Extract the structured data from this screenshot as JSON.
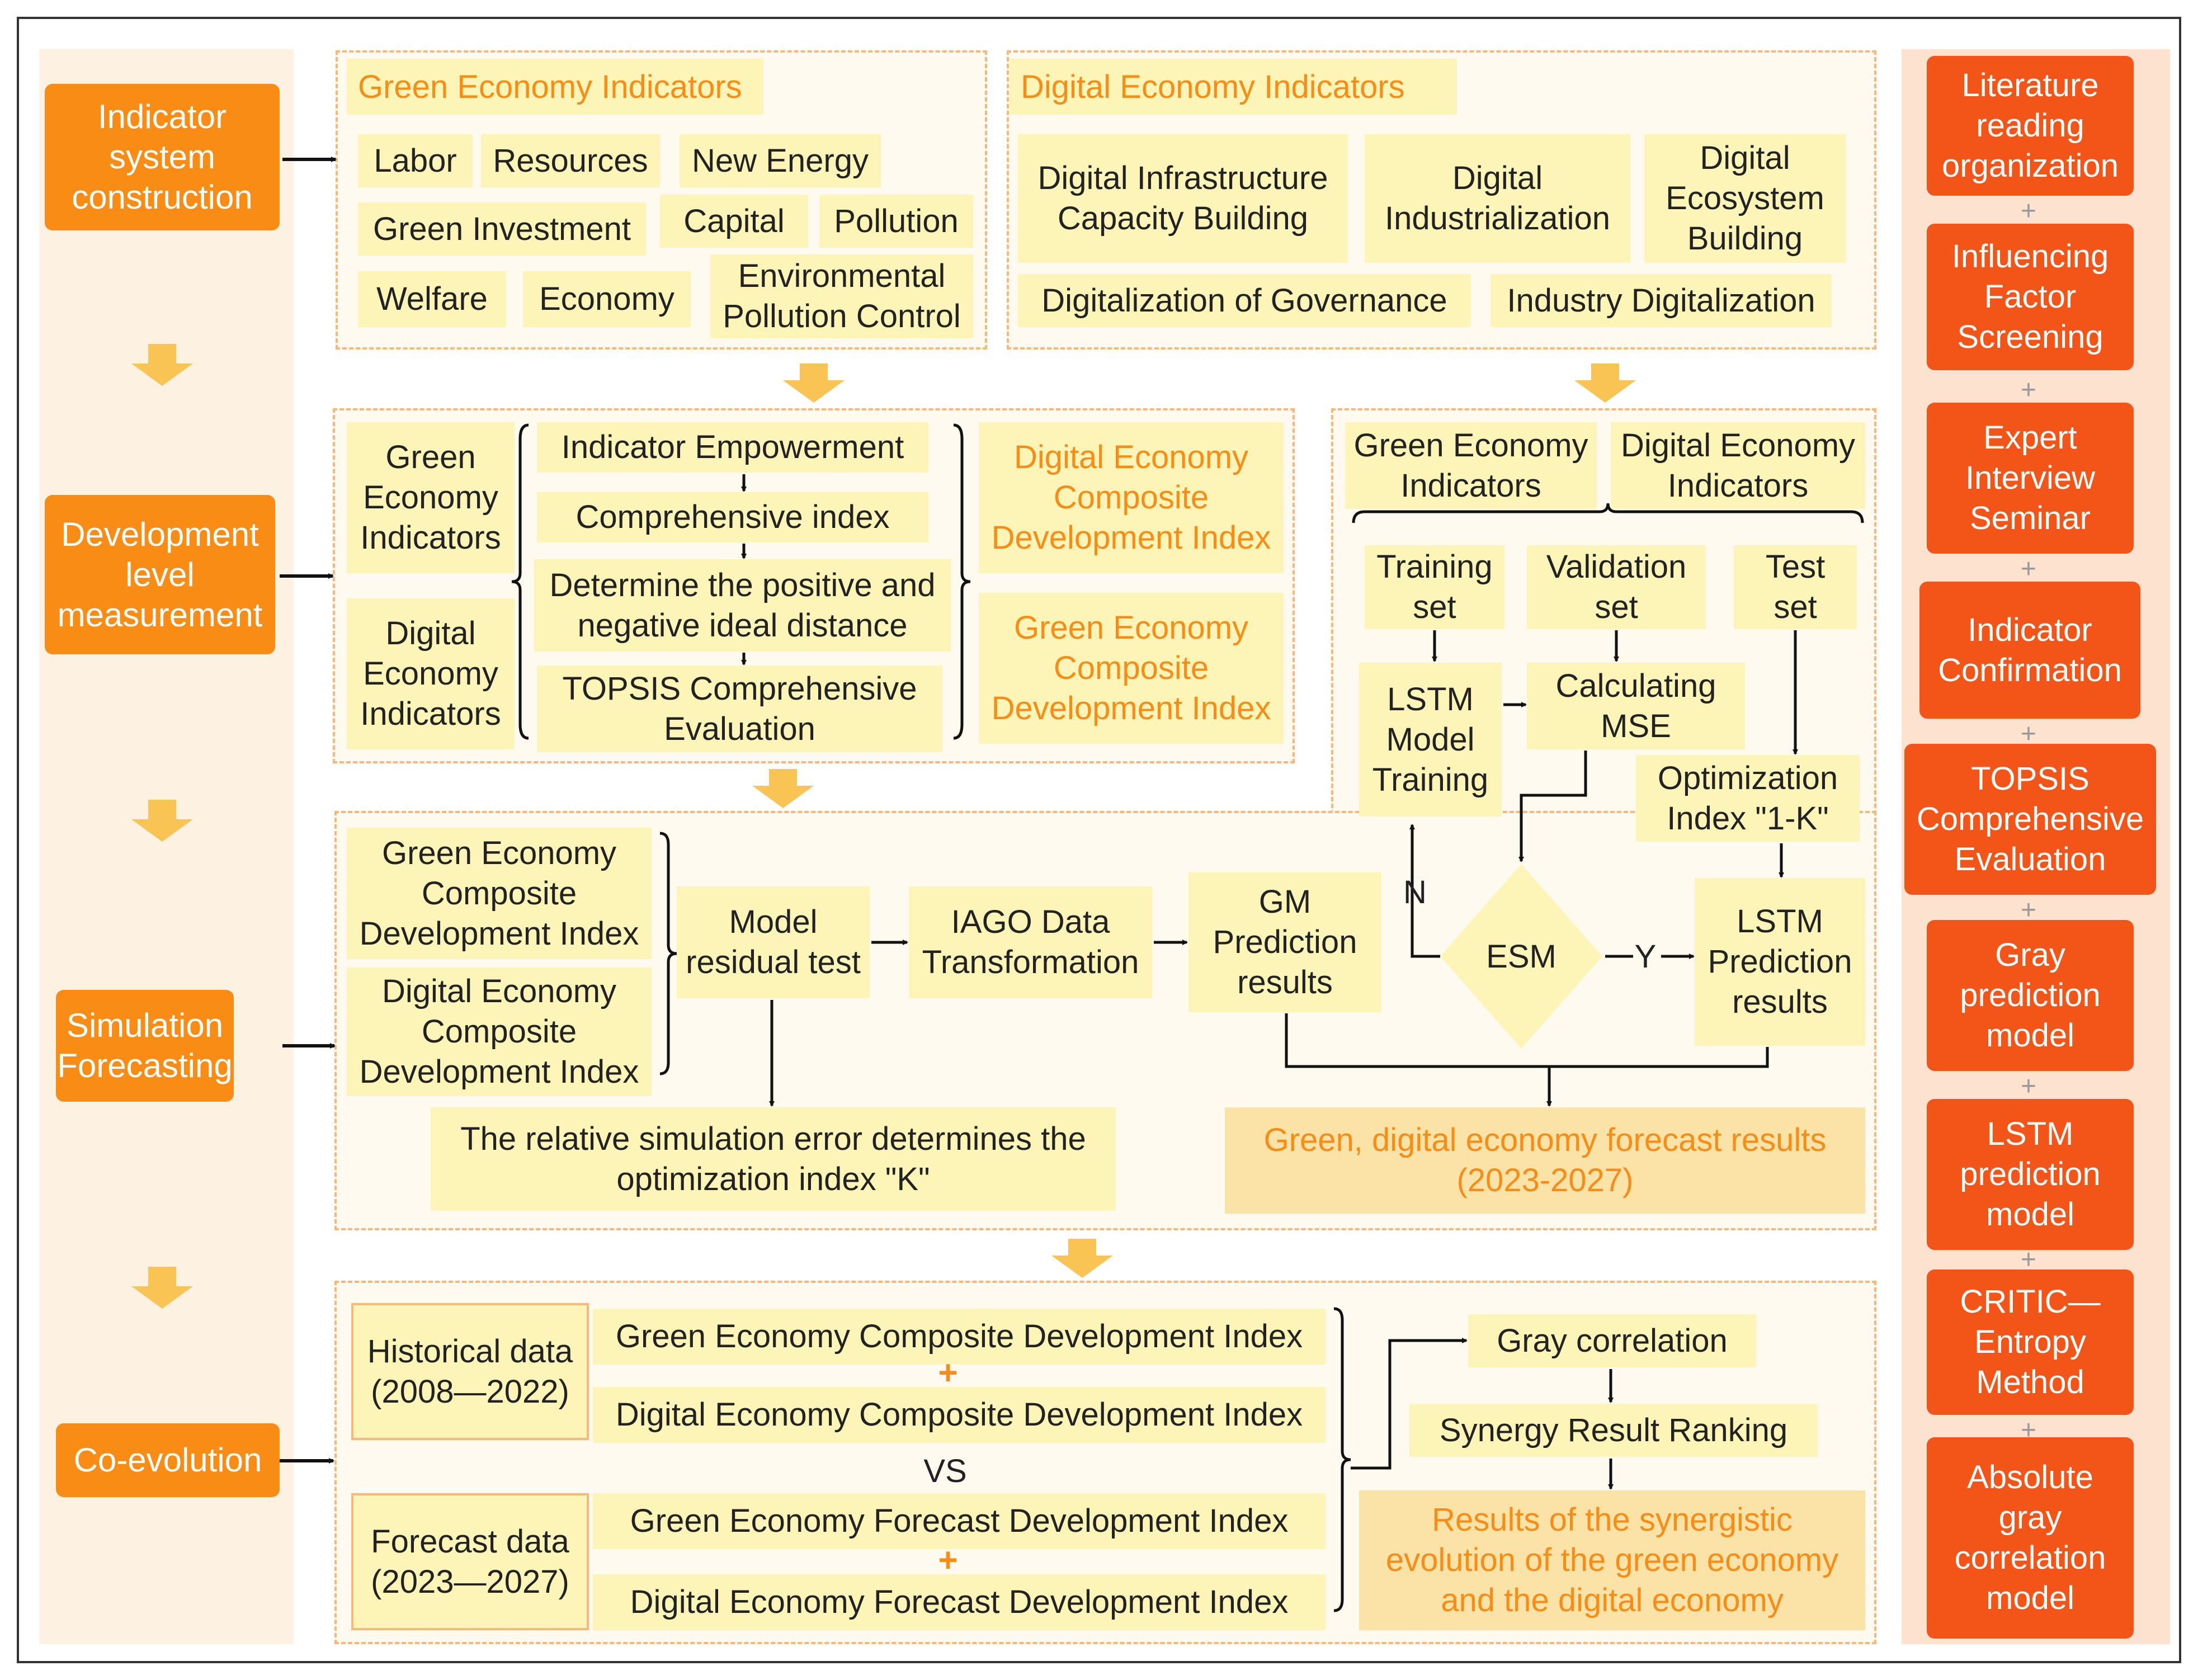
{
  "stages": [
    "Indicator\nsystem\nconstruction",
    "Development\nlevel\nmeasurement",
    "Simulation\nForecasting",
    "Co-evolution"
  ],
  "methods": [
    "Literature\nreading\norganization",
    "Influencing\nFactor\nScreening",
    "Expert\nInterview\nSeminar",
    "Indicator\nConfirmation",
    "TOPSIS\nComprehensive\nEvaluation",
    "Gray\nprediction\nmodel",
    "LSTM\nprediction\nmodel",
    "CRITIC—\nEntropy\nMethod",
    "Absolute\ngray\ncorrelation\nmodel"
  ],
  "plus_sign": "+",
  "indicators": {
    "green_title": "Green Economy Indicators",
    "green_items": [
      "Labor",
      "Resources",
      "New Energy",
      "Green Investment",
      "Capital",
      "Pollution",
      "Welfare",
      "Economy",
      "Environmental\nPollution Control"
    ],
    "digital_title": "Digital Economy Indicators",
    "digital_items": [
      "Digital Infrastructure\nCapacity Building",
      "Digital\nIndustrialization",
      "Digital\nEcosystem\nBuilding",
      "Digitalization of Governance",
      "Industry Digitalization"
    ]
  },
  "measurement": {
    "inputs": [
      "Green\nEconomy\nIndicators",
      "Digital\nEconomy\nIndicators"
    ],
    "steps": [
      "Indicator Empowerment",
      "Comprehensive index",
      "Determine the positive and\nnegative ideal distance",
      "TOPSIS Comprehensive\nEvaluation"
    ],
    "outputs": [
      "Digital Economy\nComposite\nDevelopment Index",
      "Green Economy\nComposite\nDevelopment Index"
    ]
  },
  "lstm": {
    "inputs": [
      "Green Economy\nIndicators",
      "Digital Economy\nIndicators"
    ],
    "sets": [
      "Training\nset",
      "Validation\nset",
      "Test\nset"
    ],
    "training": "LSTM\nModel\nTraining",
    "mse": "Calculating\nMSE",
    "optimization": "Optimization\nIndex \"1-K\"",
    "esm": "ESM",
    "no_label": "N",
    "yes_label": "Y",
    "prediction": "LSTM\nPrediction\nresults"
  },
  "forecast": {
    "inputs": [
      "Green Economy\nComposite\nDevelopment Index",
      "Digital Economy\nComposite\nDevelopment Index"
    ],
    "residual": "Model\nresidual test",
    "iago": "IAGO Data\nTransformation",
    "gm": "GM\nPrediction\nresults",
    "relative_error": "The relative simulation error determines the\noptimization index \"K\"",
    "result": "Green, digital economy forecast results\n(2023-2027)"
  },
  "coevolution": {
    "historical": "Historical data\n(2008—2022)",
    "hist_green": "Green Economy Composite Development Index",
    "hist_digital": "Digital Economy Composite Development Index",
    "vs": "VS",
    "forecast": "Forecast data\n(2023—2027)",
    "fc_green": "Green Economy Forecast Development Index",
    "fc_digital": "Digital Economy Forecast Development Index",
    "gray": "Gray correlation",
    "ranking": "Synergy Result Ranking",
    "result": "Results of the synergistic\nevolution of the green economy\nand the digital economy"
  },
  "colors": {
    "stage": "#f98c14",
    "method": "#f35418",
    "box": "#fdf5b8",
    "accent_text": "#f98c14",
    "panel_border": "#f9b77a"
  }
}
